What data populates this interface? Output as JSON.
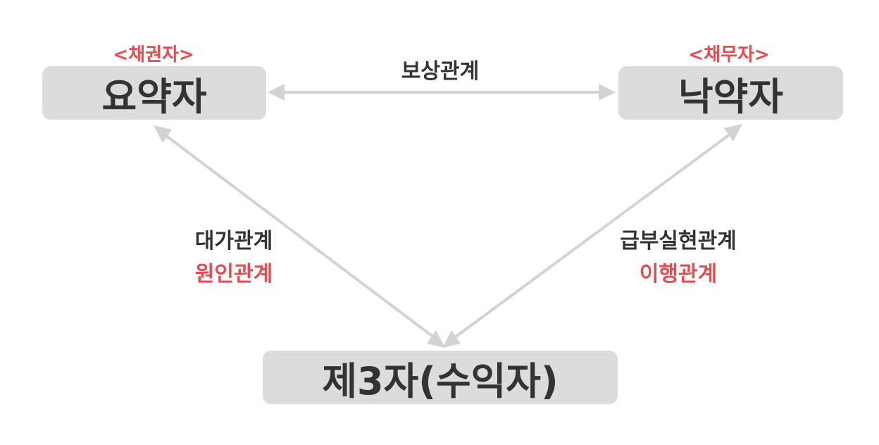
{
  "nodes": {
    "promisor": "요약자",
    "promisee": "낙약자",
    "third_party": "제3자(수익자)"
  },
  "roles": {
    "promisor_role": "<채권자>",
    "promisee_role": "<채무자>"
  },
  "relations": {
    "coverage": "보상관계",
    "value": "대가관계",
    "cause": "원인관계",
    "benefit": "급부실현관계",
    "execution": "이행관계"
  },
  "colors": {
    "node_fill": "#dcdcdc",
    "node_text": "#333333",
    "accent_red": "#e84b4f",
    "arrow": "#d3d3d3"
  }
}
